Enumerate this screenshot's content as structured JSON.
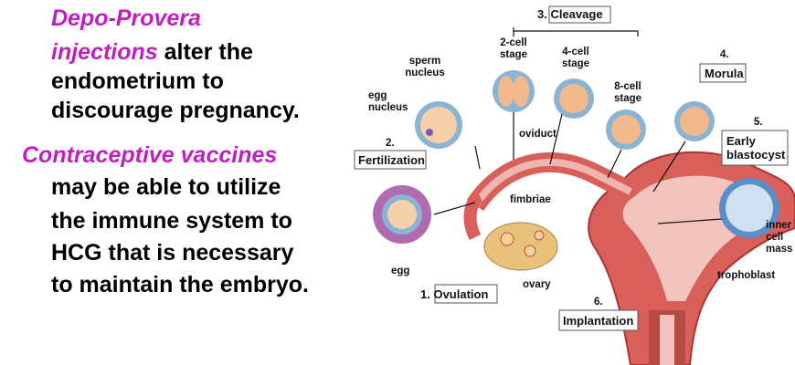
{
  "text": {
    "depo_provera": "Depo-Provera",
    "injections": "injections",
    "alter_the": " alter the",
    "line3": "endometrium to",
    "line4": "discourage pregnancy.",
    "contraceptive_vaccines": "Contraceptive vaccines",
    "line6": "may be able to utilize",
    "line7": "the immune system to",
    "line8": "HCG that is necessary",
    "line9": "to maintain the embryo."
  },
  "diagram": {
    "cleavage": "3. Cleavage",
    "two_cell": [
      "2-cell",
      "stage"
    ],
    "four_cell": [
      "4-cell",
      "stage"
    ],
    "eight_cell": [
      "8-cell",
      "stage"
    ],
    "sperm_nucleus": [
      "sperm",
      "nucleus"
    ],
    "egg_nucleus": [
      "egg",
      "nucleus"
    ],
    "fertilization_num": "2.",
    "fertilization": "Fertilization",
    "oviduct": "oviduct",
    "morula_num": "4.",
    "morula": "Morula",
    "blastocyst_num": "5.",
    "blastocyst": [
      "Early",
      "blastocyst"
    ],
    "fimbriae": "fimbriae",
    "egg": "egg",
    "ovary": "ovary",
    "ovulation": "1. Ovulation",
    "implantation_num": "6.",
    "implantation": "Implantation",
    "inner_cell_mass": [
      "inner",
      "cell",
      "mass"
    ],
    "trophoblast": "trophoblast"
  }
}
